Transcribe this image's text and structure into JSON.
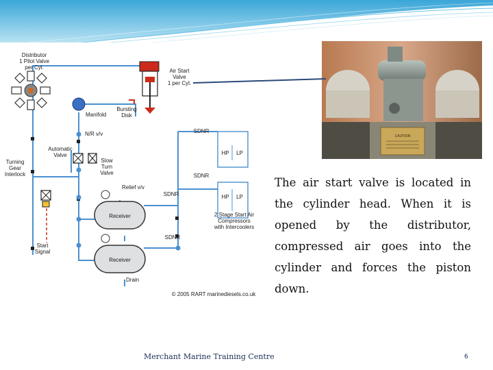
{
  "diagram": {
    "labels": {
      "distributor": [
        "Distributor",
        "1 Pilot Valve",
        "per Cyl."
      ],
      "air_start_valve": [
        "Air Start",
        "Valve",
        "1 per Cyl."
      ],
      "manifold": "Manifold",
      "bursting_disk": [
        "Bursting",
        "Disk"
      ],
      "nr_valve": "N/R v/v",
      "automatic_valve": [
        "Automatic",
        "Valve"
      ],
      "turning_gear": [
        "Turning",
        "Gear",
        "Interlock"
      ],
      "slow_turn": [
        "Slow",
        "Turn",
        "Valve"
      ],
      "relief_valve": "Relief v/v",
      "sdnr": "SDNR",
      "hp": "HP",
      "lp": "LP",
      "receiver": "Receiver",
      "compressors": [
        "2 Stage Start Air",
        "Compressors",
        "with Intercoolers"
      ],
      "start_signal": [
        "Start",
        "Signal"
      ],
      "drain": "Drain",
      "copyright": "© 2005 RART marinediesels.co.uk"
    },
    "colors": {
      "pipe": "#4a90d0",
      "valve_red": "#cc2a1a",
      "receiver_fill": "#dfe0e2"
    }
  },
  "photo": {
    "plate_text": "CAUTION"
  },
  "body_text": "The air start valve is located in the cylinder head. When it is opened by  the distributor, compressed air goes into the cylinder and forces the piston down.",
  "footer": {
    "organization": "Merchant Marine Training Centre",
    "page_number": "6"
  },
  "colors": {
    "header_wave": "#5bb8e0",
    "footer_text": "#1b2e55"
  }
}
